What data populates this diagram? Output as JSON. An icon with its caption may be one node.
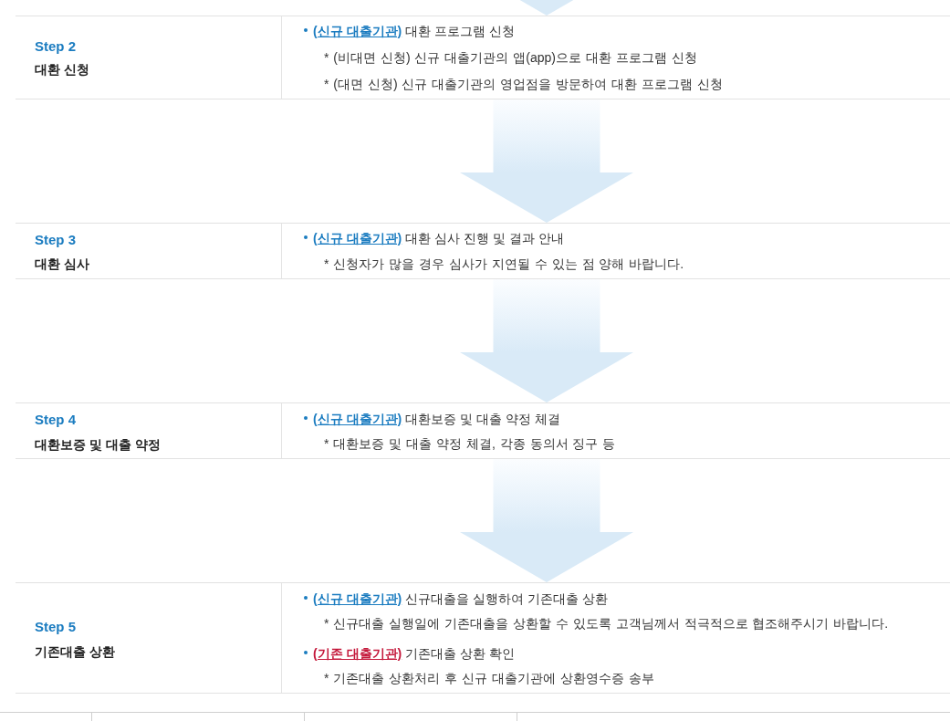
{
  "diagram": {
    "nodes": [
      {
        "text": [
          "Step 2",
          "대환 신청",
          "**(신규 대출기관)** 대환 프로그램 신청",
          "* (비대면 신청) 신규 대출기관의 앱(app)으로 대환 프로그램 신청",
          "* (대면 신청) 신규 대출기관의 영업점을 방문하여 대환 프로그램 신청"
        ]
      },
      {
        "text": [
          "Step 3",
          "대환 심사",
          "**(신규 대출기관)** 대환 심사 진행 및 결과 안내",
          "* 신청자가 많을 경우 심사가 지연될 수 있는 점 양해 바랍니다."
        ]
      },
      {
        "text": [
          "Step 4",
          "대환보증 및 대출 약정",
          "**(신규 대출기관)** 대환보증 및 대출 약정 체결",
          "* 대환보증 및 대출 약정 체결, 각종 동의서 징구 등"
        ]
      },
      {
        "text": [
          "Step 5",
          "기존대출 상환",
          "**(신규 대출기관)** 신규대출을 실행하여 기존대출 상환",
          "* 신규대출 실행일에 기존대출을 상환할 수 있도록 고객님께서 적극적으로 협조해주시기 바랍니다.",
          "**(기존 대출기관)** 기존대출 상환 확인",
          "* 기존대출 상환처리 후 신규 대출기관에 상환영수증 송부"
        ]
      }
    ],
    "edges": [
      {
        "from": null,
        "to": 0,
        "arrow": "to"
      },
      {
        "from": 0,
        "to": 1,
        "arrow": "to"
      },
      {
        "from": 1,
        "to": 2,
        "arrow": "to"
      },
      {
        "from": 2,
        "to": 3,
        "arrow": "to"
      }
    ]
  }
}
